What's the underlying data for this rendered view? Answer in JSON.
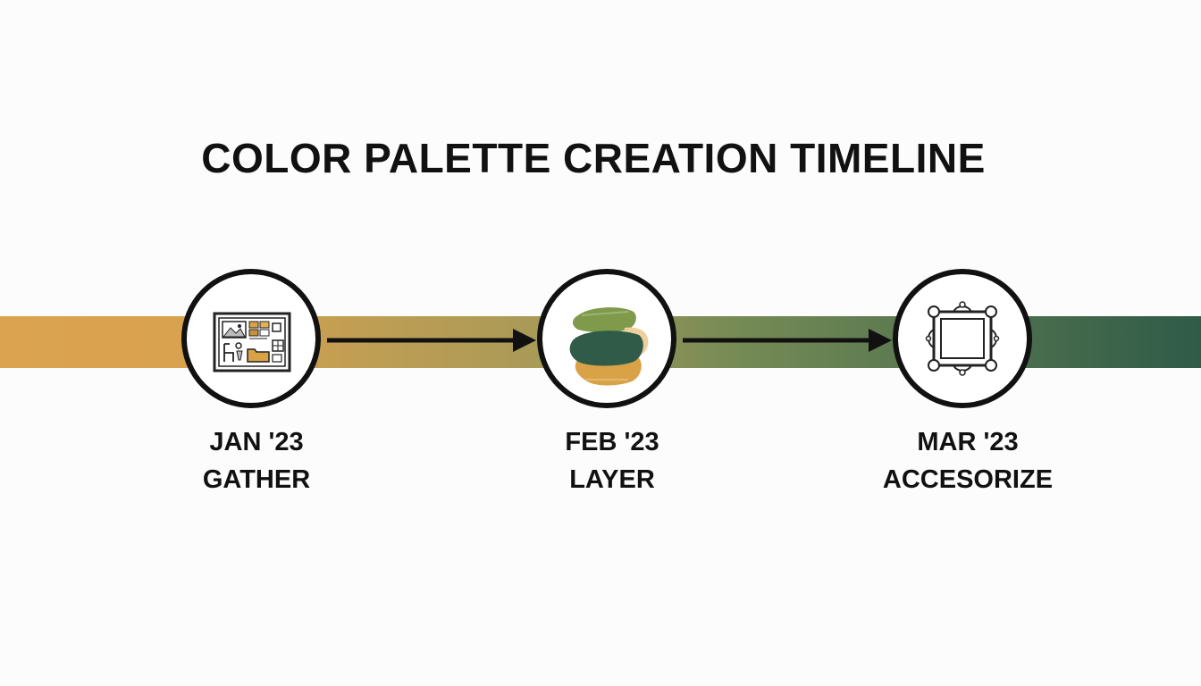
{
  "title": "COLOR PALETTE CREATION TIMELINE",
  "colors": {
    "band_start": "#dba350",
    "band_mid": "#a89a58",
    "band_end": "#2f5b48",
    "line": "#111111",
    "swatch_olive": "#7f9a4a",
    "swatch_green": "#2f5b48",
    "swatch_peach": "#efcf9b",
    "swatch_mustard": "#d9a246"
  },
  "steps": [
    {
      "date": "JAN '23",
      "label": "GATHER",
      "icon": "moodboard-icon"
    },
    {
      "date": "FEB '23",
      "label": "LAYER",
      "icon": "paint-swatches-icon"
    },
    {
      "date": "MAR '23",
      "label": "ACCESORIZE",
      "icon": "ornate-frame-icon"
    }
  ]
}
